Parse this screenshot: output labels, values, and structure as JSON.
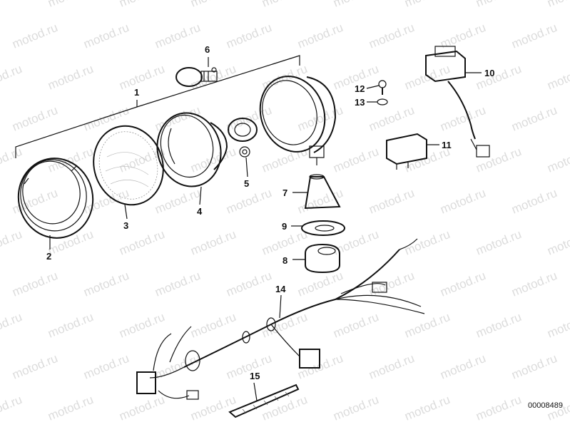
{
  "watermark": "motod.ru",
  "document_id": "00008489",
  "callouts": [
    "1",
    "2",
    "3",
    "4",
    "5",
    "6",
    "7",
    "8",
    "9",
    "10",
    "11",
    "12",
    "13",
    "14",
    "15"
  ]
}
